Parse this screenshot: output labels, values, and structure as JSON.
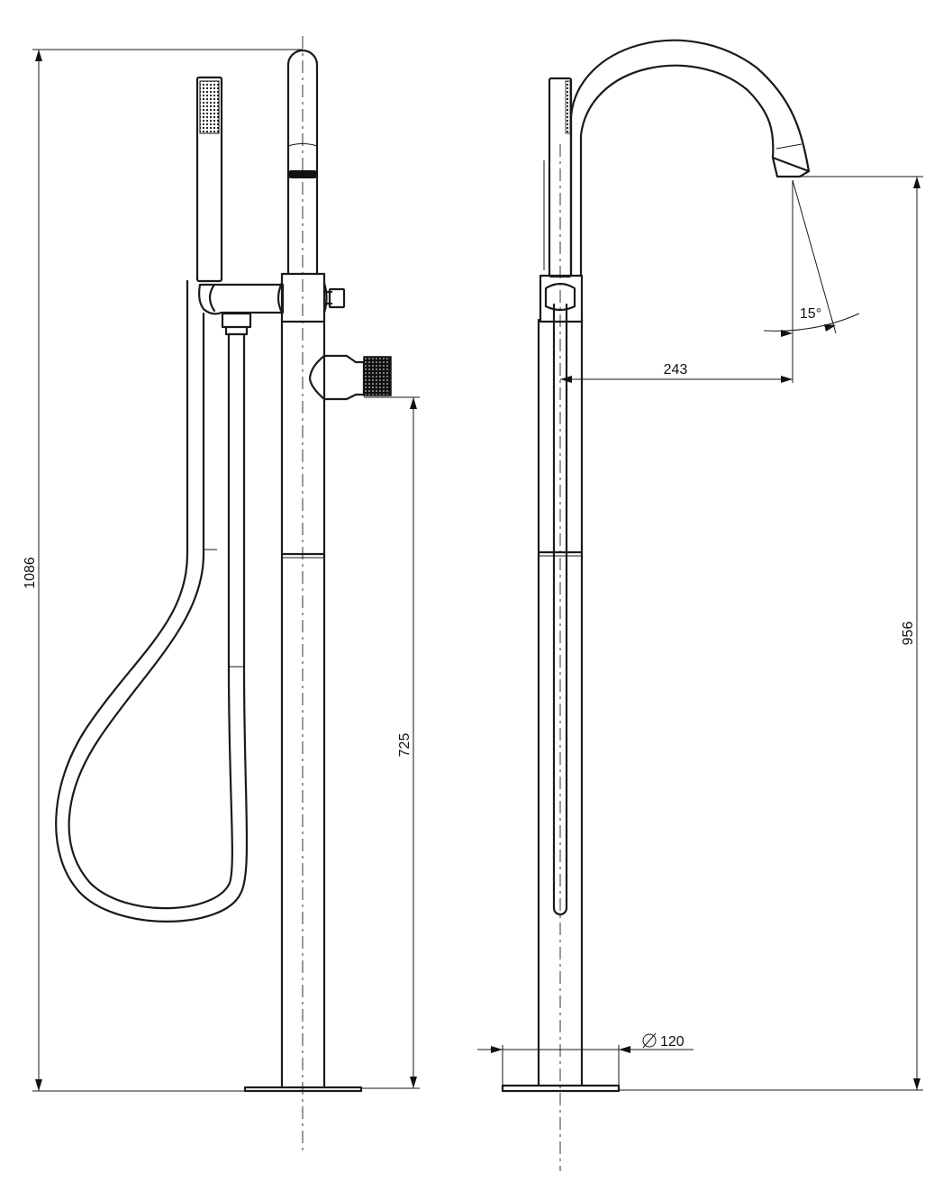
{
  "dimensions": {
    "overall_height": "1086",
    "inlet_height": "725",
    "spout_height": "956",
    "spout_reach": "243",
    "spout_angle": "15°",
    "base_diameter": "120",
    "diameter_symbol": "Ø"
  }
}
